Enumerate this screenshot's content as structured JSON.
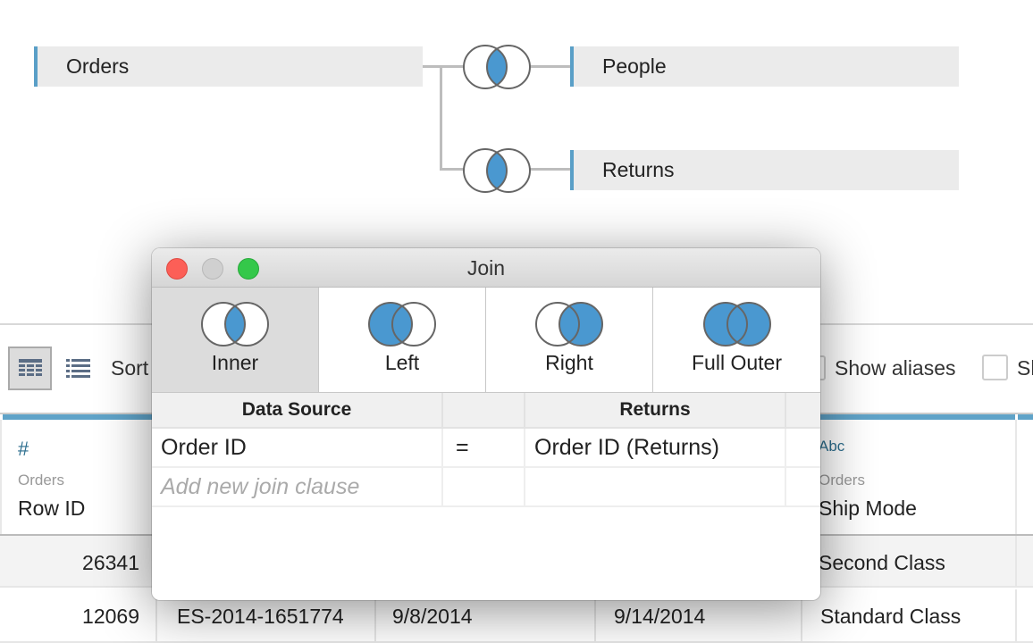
{
  "canvas": {
    "left_table": "Orders",
    "right_tables": [
      "People",
      "Returns"
    ]
  },
  "toolbar": {
    "sort_label": "Sort",
    "show_aliases": "Show aliases",
    "show_hidden_partial": "Sh"
  },
  "grid": {
    "columns": [
      {
        "type": "#",
        "source": "Orders",
        "name": "Row ID"
      },
      {
        "type": "Abc",
        "source": "Orders",
        "name": "Ship Mode"
      }
    ],
    "rows": [
      [
        "26341",
        "",
        "",
        "",
        "Second Class"
      ],
      [
        "12069",
        "ES-2014-1651774",
        "9/8/2014",
        "9/14/2014",
        "Standard Class"
      ]
    ]
  },
  "dialog": {
    "title": "Join",
    "join_types": [
      {
        "label": "Inner",
        "selected": true
      },
      {
        "label": "Left",
        "selected": false
      },
      {
        "label": "Right",
        "selected": false
      },
      {
        "label": "Full Outer",
        "selected": false
      }
    ],
    "headers": {
      "left": "Data Source",
      "op": "",
      "right": "Returns"
    },
    "clauses": [
      {
        "left": "Order ID",
        "op": "=",
        "right": "Order ID (Returns)"
      }
    ],
    "add_clause_placeholder": "Add new join clause"
  },
  "colors": {
    "accent": "#4a98d0",
    "table_border": "#5a9fc7"
  }
}
